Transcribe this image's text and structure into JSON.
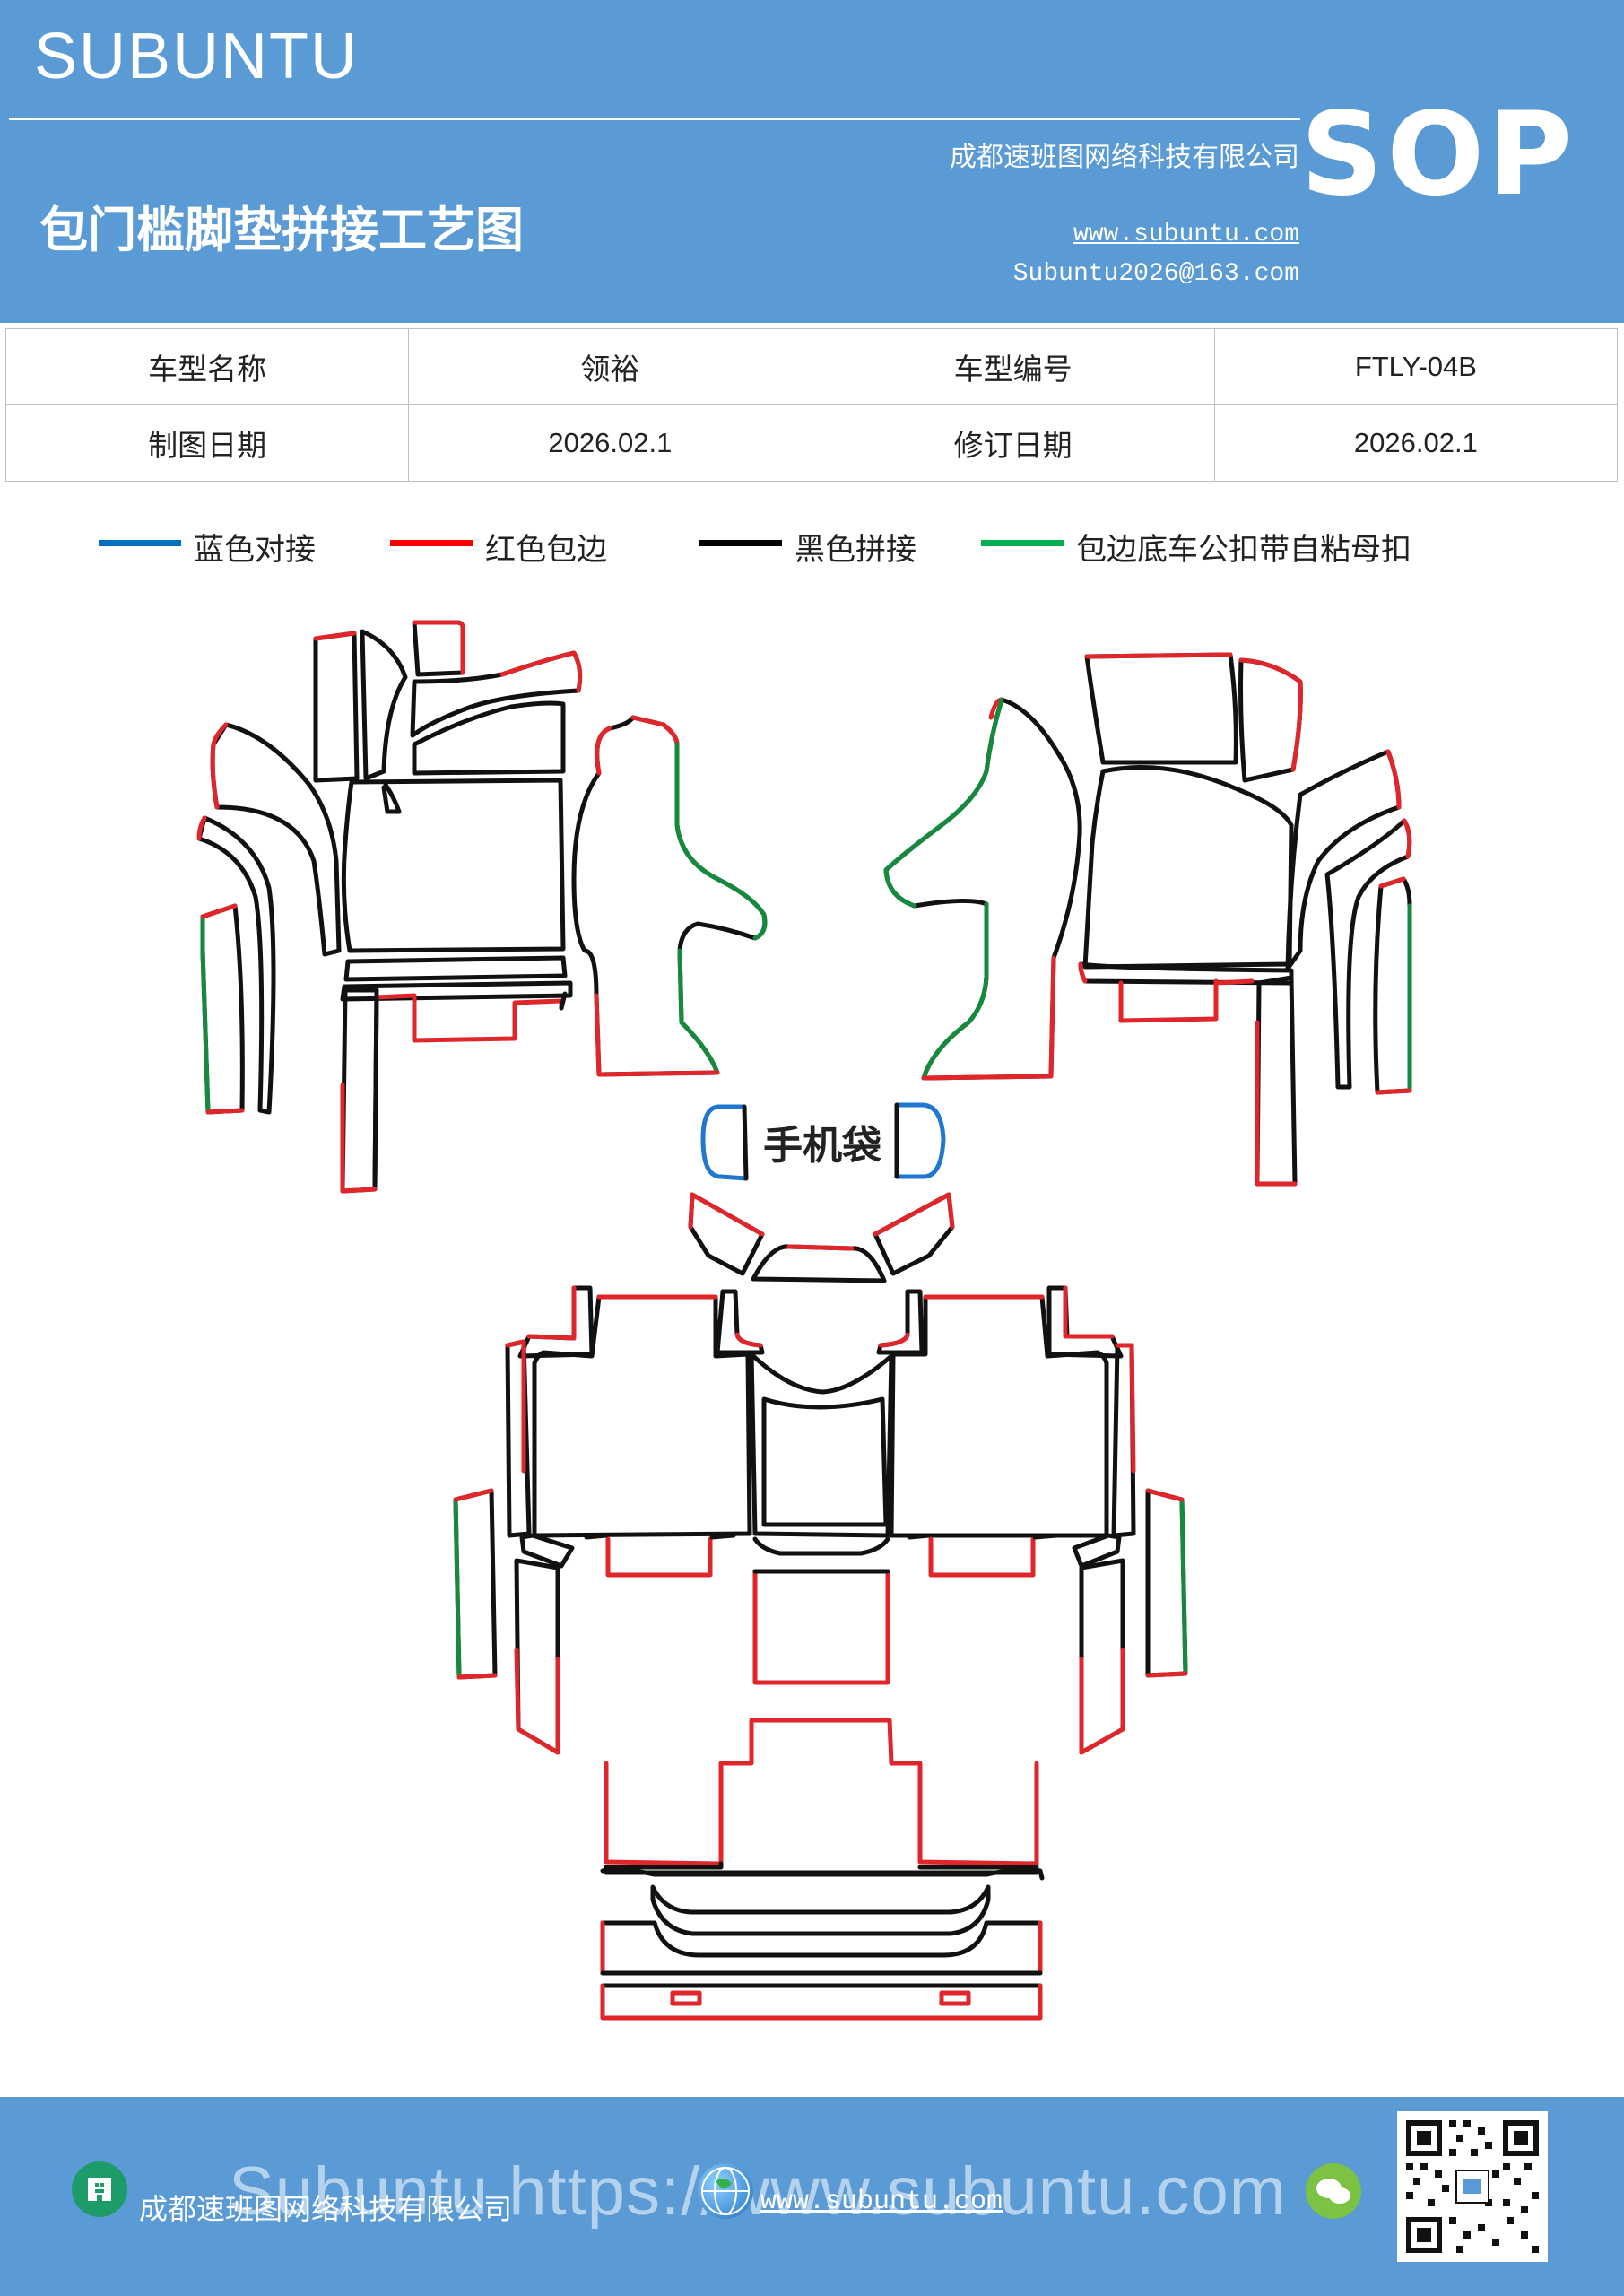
{
  "header": {
    "brand": "SUBUNTU",
    "title": "包门槛脚垫拼接工艺图",
    "company": "成都速班图网络科技有限公司",
    "website": "www.subuntu.com",
    "email": "Subuntu2026@163.com",
    "badge": "SOP"
  },
  "info": {
    "model_name_label": "车型名称",
    "model_name": "领裕",
    "model_code_label": "车型编号",
    "model_code": "FTLY-04B",
    "draw_date_label": "制图日期",
    "draw_date": "2026.02.1",
    "revise_date_label": "修订日期",
    "revise_date": "2026.02.1"
  },
  "legend": [
    {
      "label": "蓝色对接",
      "color": "#0070c0"
    },
    {
      "label": "红色包边",
      "color": "#ff0000"
    },
    {
      "label": "黑色拼接",
      "color": "#000000"
    },
    {
      "label": "包边底车公扣带自粘母扣",
      "color": "#00b050"
    }
  ],
  "diagram": {
    "phone_pocket_label": "手机袋",
    "colors": {
      "blue": "#1f77d0",
      "red": "#e0262b",
      "black": "#111111",
      "green": "#168a3c"
    }
  },
  "footer": {
    "company": "成都速班图网络科技有限公司",
    "website": "www.subuntu.com",
    "watermark": "Subuntu https://www.subuntu.com"
  }
}
